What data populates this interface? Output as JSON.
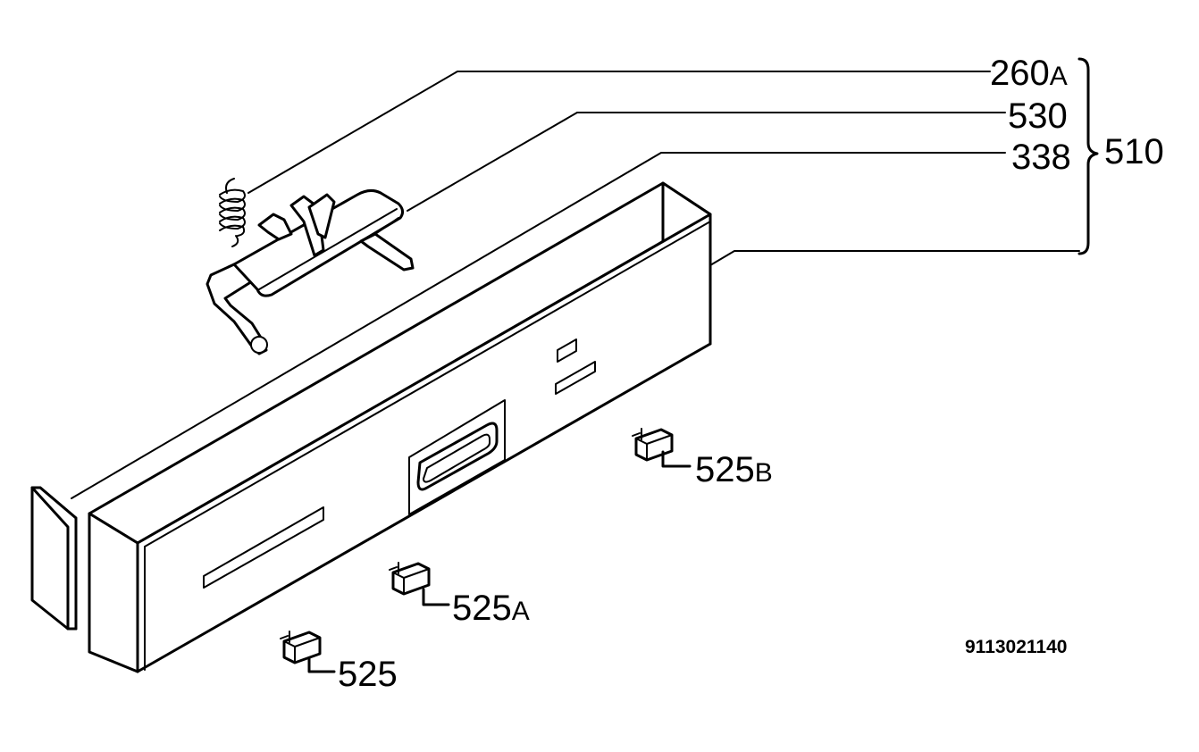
{
  "labels": {
    "p260a_num": "260",
    "p260a_suffix": "A",
    "p530": "530",
    "p338": "338",
    "p510": "510",
    "p525b_num": "525",
    "p525b_suffix": "B",
    "p525a_num": "525",
    "p525a_suffix": "A",
    "p525": "525"
  },
  "document_number": "9113021140"
}
